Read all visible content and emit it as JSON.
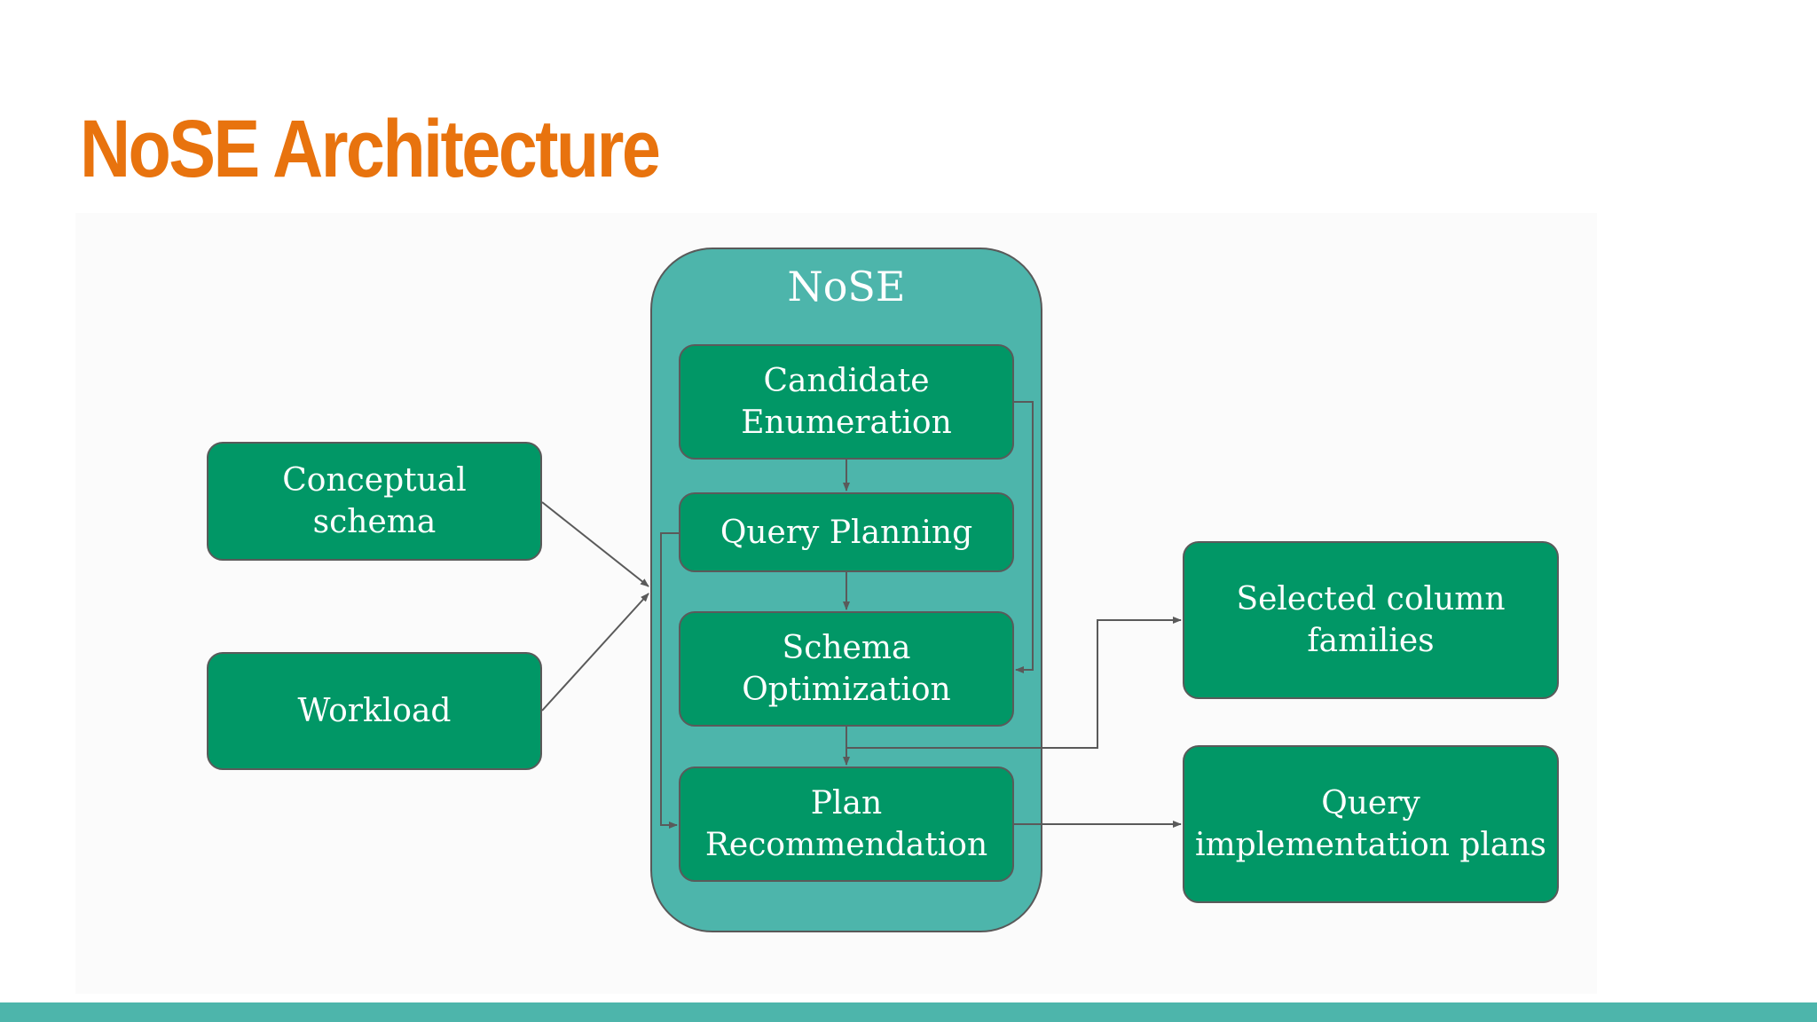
{
  "title": "NoSE Architecture",
  "colors": {
    "title": "#e8730e",
    "box_fill": "#019766",
    "container_fill": "#4db5ab",
    "footer": "#4db5ab",
    "connector": "#5a5a5a"
  },
  "diagram": {
    "container_label": "NoSE",
    "inputs": {
      "conceptual_schema": "Conceptual\nschema",
      "workload": "Workload"
    },
    "steps": {
      "candidate_enumeration": "Candidate\nEnumeration",
      "query_planning": "Query Planning",
      "schema_optimization": "Schema\nOptimization",
      "plan_recommendation": "Plan\nRecommendation"
    },
    "outputs": {
      "selected_column_families": "Selected column\nfamilies",
      "query_implementation_plans": "Query\nimplementation plans"
    }
  }
}
